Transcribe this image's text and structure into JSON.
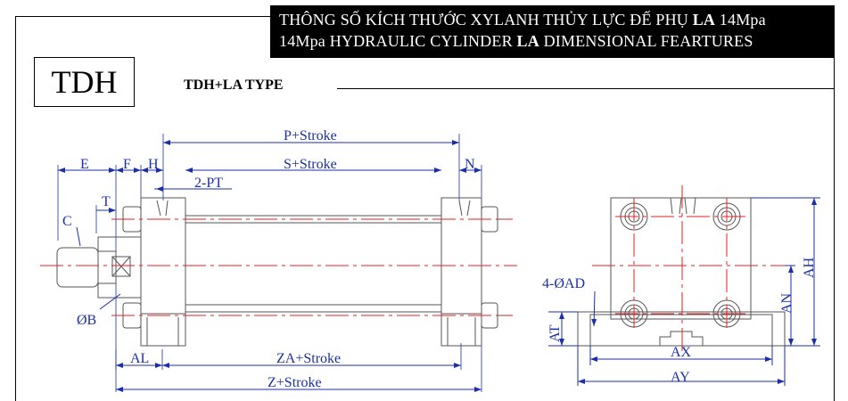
{
  "header": {
    "line1_prefix": "THÔNG SỐ KÍCH THƯỚC XYLANH THỦY LỰC ĐẾ PHỤ ",
    "line1_bold": "LA",
    "line1_suffix": " 14Mpa",
    "line2_prefix": "14Mpa HYDRAULIC  CYLINDER ",
    "line2_bold": "LA",
    "line2_suffix": " DIMENSIONAL  FEARTURES"
  },
  "model": "TDH",
  "type_label": "TDH+LA  TYPE",
  "labels": {
    "p_stroke": "P+Stroke",
    "s_stroke": "S+Stroke",
    "e": "E",
    "f": "F",
    "h": "H",
    "n": "N",
    "pt": "2-PT",
    "t": "T",
    "c": "C",
    "ob": "ØB",
    "al": "AL",
    "za_stroke": "ZA+Stroke",
    "z_stroke": "Z+Stroke",
    "ad": "4-ØAD",
    "at": "AT",
    "an": "AN",
    "ah": "AH",
    "ax": "AX",
    "ay": "AY"
  },
  "colors": {
    "dimension": "#1b2fa8",
    "centerline": "#e02020",
    "outline": "#555555"
  }
}
